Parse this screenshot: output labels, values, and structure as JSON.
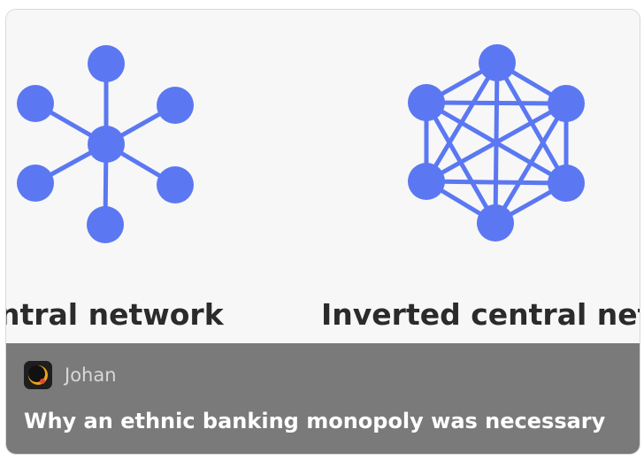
{
  "image": {
    "left_label": "ntral network",
    "right_label": "Inverted central netw",
    "node_color": "#5b78f2",
    "background_color": "#f7f7f7"
  },
  "post": {
    "author": "Johan",
    "title": "Why an ethnic banking monopoly was necessary",
    "avatar_icon": "circle-logo-icon"
  },
  "colors": {
    "footer_bg": "#7a7a7a",
    "title_text": "#ffffff",
    "author_text": "#d8d8d8"
  }
}
